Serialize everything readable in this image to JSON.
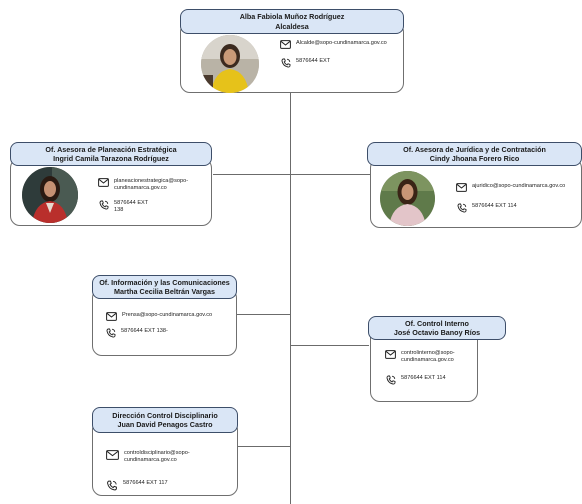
{
  "nodes": {
    "mayor": {
      "role": "Alba Fabiola Muñoz Rodríguez",
      "name": "Alcaldesa",
      "email": "Alcalde@sopo-cundinamarca.gov.co",
      "phone": "5876644 EXT"
    },
    "planeacion": {
      "role": "Of. Asesora de Planeación Estratégica",
      "name": "Ingrid Camila Tarazona Rodríguez",
      "email": "planeacionestrategica@sopo-cundinamarca.gov.co",
      "phone": "5876644 EXT 138"
    },
    "juridica": {
      "role": "Of. Asesora de Jurídica y de Contratación",
      "name": "Cindy Jhoana Forero Rico",
      "email": "ajuridico@sopo-cundinamarca.gov.co",
      "phone": "5876644 EXT 114"
    },
    "comunicaciones": {
      "role": "Of. Información y las Comunicaciones",
      "name": "Martha Cecilia Beltrán Vargas",
      "email": "Prensa@sopo-cundinamarca.gov.co",
      "phone": "5876644 EXT 138-"
    },
    "control_interno": {
      "role": "Of. Control Interno",
      "name": "José Octavio Banoy Ríos",
      "email": "controlinterno@sopo-cundinamarca.gov.co",
      "phone": "5876644 EXT 114"
    },
    "disciplinario": {
      "role": "Dirección Control Disciplinario",
      "name": "Juan David Penagos Castro",
      "email": "controldisciplinario@sopo-cundinamarca.gov.co",
      "phone": "5876644 EXT 117"
    }
  },
  "icons": {
    "email": "envelope-icon",
    "phone": "phone-icon"
  },
  "colors": {
    "header_fill": "#dae6f6",
    "header_border": "#3d4e69",
    "connector": "#6b6b6b"
  }
}
